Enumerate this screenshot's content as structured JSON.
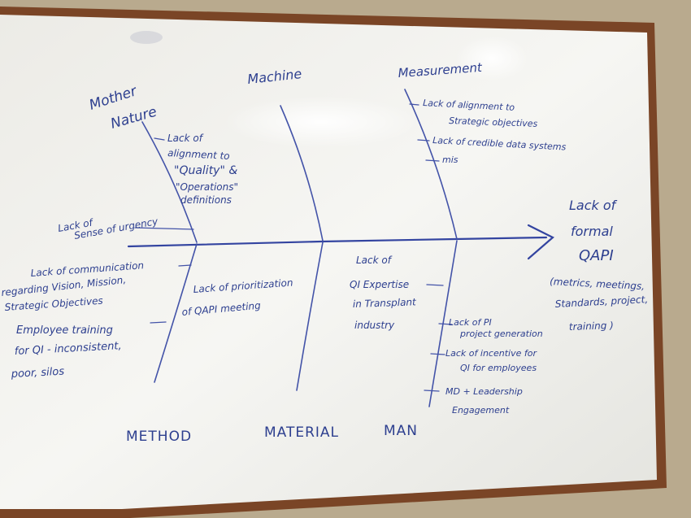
{
  "colors": {
    "wall": "#b9aa8e",
    "board_surface": "#f3f3f0",
    "frame": "#8a4f2a",
    "marker": "#2d3f8f"
  },
  "categories": {
    "mother_nature": [
      "Mother",
      "Nature"
    ],
    "machine": "Machine",
    "measurement": "Measurement",
    "method": "METHOD",
    "material": "MATERIAL",
    "man": "MAN"
  },
  "effect": {
    "lines": [
      "Lack of",
      "formal",
      "QAPI"
    ],
    "detail_lines": [
      "(metrics, meetings,",
      "Standards, project,",
      "training )"
    ]
  },
  "causes": {
    "mother_nature_lines": [
      "Lack of",
      "alignment to",
      "\"Quality\" &",
      "\"Operations\"",
      "definitions"
    ],
    "urgency": [
      "Lack of",
      "Sense of urgency"
    ],
    "measurement_items": [
      [
        "Lack of alignment to",
        "Strategic objectives"
      ],
      [
        "Lack of credible data systems"
      ],
      [
        "mis"
      ]
    ],
    "method_lines": [
      "Lack of communication",
      "regarding Vision, Mission,",
      "Strategic Objectives",
      "Employee training",
      "for QI - inconsistent,",
      "poor, silos"
    ],
    "material_lines": [
      "Lack of prioritization",
      "of QAPI meeting"
    ],
    "man_expertise": [
      "Lack of",
      "QI Expertise",
      "in Transplant",
      "industry"
    ],
    "man_items": [
      [
        "Lack of PI",
        "project generation"
      ],
      [
        "Lack of incentive for",
        "QI for employees"
      ],
      [
        "MD + Leadership",
        "Engagement"
      ]
    ]
  }
}
